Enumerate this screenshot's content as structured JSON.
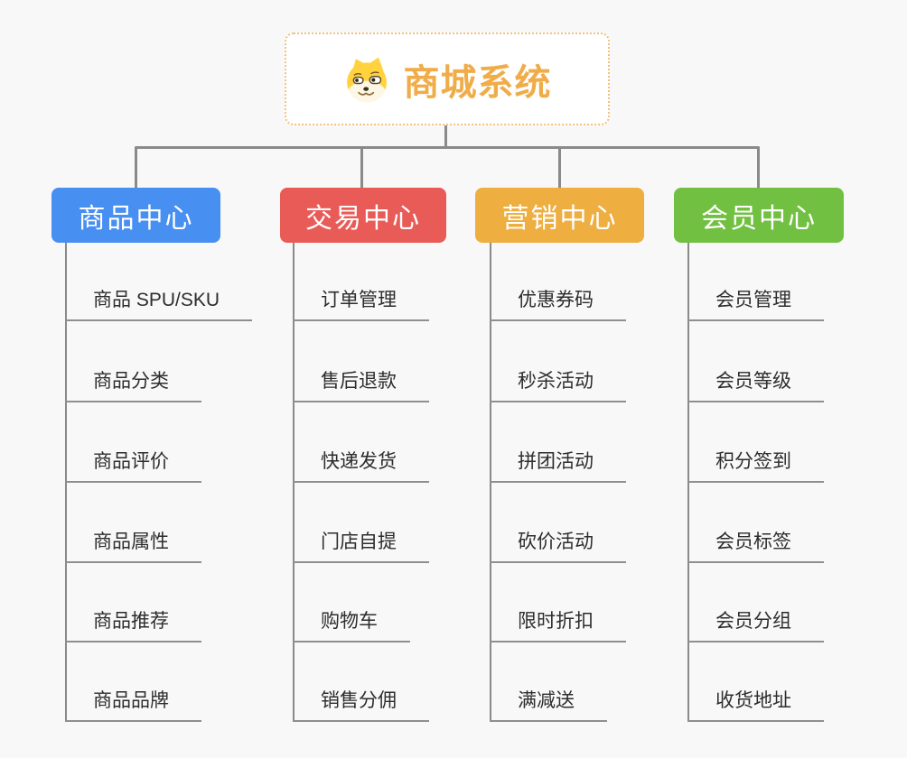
{
  "root": {
    "title": "商城系统",
    "icon": "doge-face-icon"
  },
  "branches": [
    {
      "label": "商品中心",
      "color": "#478ff0",
      "items": [
        "商品 SPU/SKU",
        "商品分类",
        "商品评价",
        "商品属性",
        "商品推荐",
        "商品品牌"
      ]
    },
    {
      "label": "交易中心",
      "color": "#e85b57",
      "items": [
        "订单管理",
        "售后退款",
        "快递发货",
        "门店自提",
        "购物车",
        "销售分佣"
      ]
    },
    {
      "label": "营销中心",
      "color": "#eeae40",
      "items": [
        "优惠券码",
        "秒杀活动",
        "拼团活动",
        "砍价活动",
        "限时折扣",
        "满减送"
      ]
    },
    {
      "label": "会员中心",
      "color": "#71c041",
      "items": [
        "会员管理",
        "会员等级",
        "积分签到",
        "会员标签",
        "会员分组",
        "收货地址"
      ]
    }
  ],
  "colors": {
    "background": "#f8f8f8",
    "root_border": "#f2c17d",
    "root_text": "#f0ac49",
    "connector": "#8a8a8a",
    "underline": "#8f8f8f",
    "item_text": "#2d2d2d",
    "branch_text": "#ffffff"
  }
}
